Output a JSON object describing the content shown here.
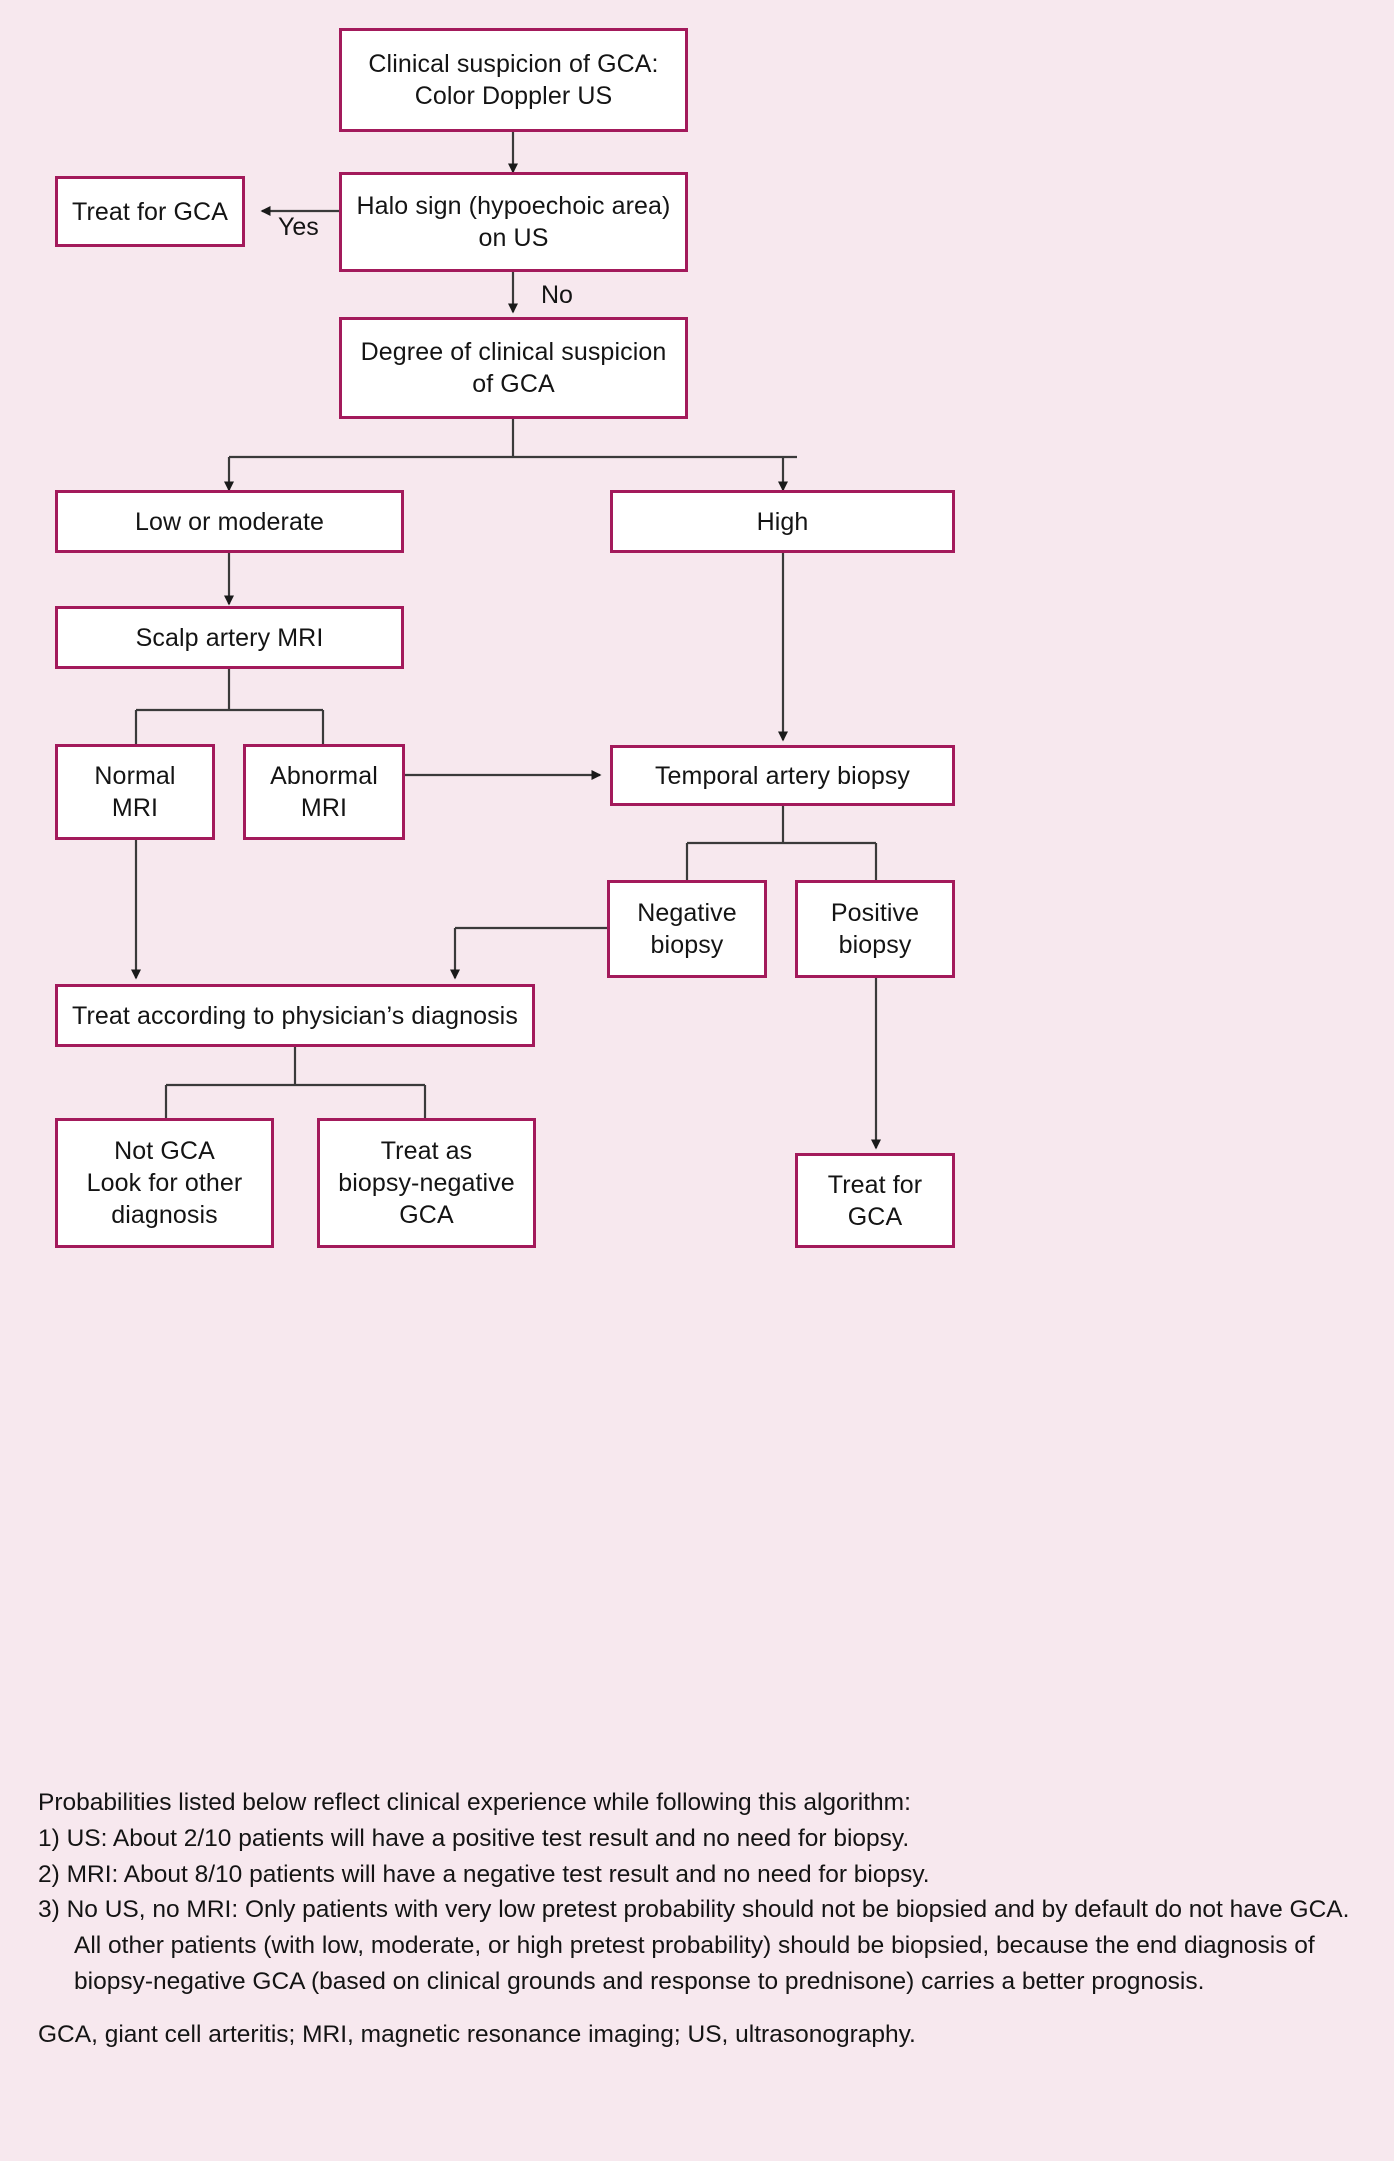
{
  "colors": {
    "background": "#f7e8ee",
    "node_border": "#a31a5b",
    "node_fill": "#ffffff",
    "connector": "#3a3a3a",
    "text": "#141414"
  },
  "nodes": {
    "clinical_suspicion": "Clinical suspicion of GCA:\nColor Doppler US",
    "treat_for_gca_top": "Treat for GCA",
    "halo_sign": "Halo sign (hypoechoic area)\non US",
    "degree_of_suspicion": "Degree of clinical suspicion\nof GCA",
    "low_or_moderate": "Low or moderate",
    "high": "High",
    "scalp_artery_mri": "Scalp artery MRI",
    "normal_mri": "Normal\nMRI",
    "abnormal_mri": "Abnormal\nMRI",
    "temporal_artery_biopsy": "Temporal artery biopsy",
    "negative_biopsy": "Negative\nbiopsy",
    "positive_biopsy": "Positive\nbiopsy",
    "treat_per_physician": "Treat according to physician’s diagnosis",
    "not_gca": "Not GCA\nLook for other\ndiagnosis",
    "treat_biopsy_negative": "Treat as\nbiopsy-negative\nGCA",
    "treat_for_gca_bottom": "Treat for\nGCA"
  },
  "edge_labels": {
    "yes": "Yes",
    "no": "No"
  },
  "footnotes": {
    "intro": "Probabilities listed below reflect clinical experience while following this algorithm:",
    "items": [
      "1) US: About 2/10 patients will have a positive test result and no need for biopsy.",
      "2) MRI: About 8/10 patients will have a negative test result and no need for biopsy.",
      "3) No US, no MRI: Only patients with very low pretest probability should not be biopsied and by default do not have GCA. All other patients (with low, moderate, or high pretest probability) should be biopsied, because the end diagnosis of biopsy-negative GCA (based on clinical grounds and response to prednisone) carries a better prognosis."
    ],
    "abbreviations": "GCA, giant cell arteritis; MRI, magnetic resonance imaging; US, ultrasonography."
  }
}
